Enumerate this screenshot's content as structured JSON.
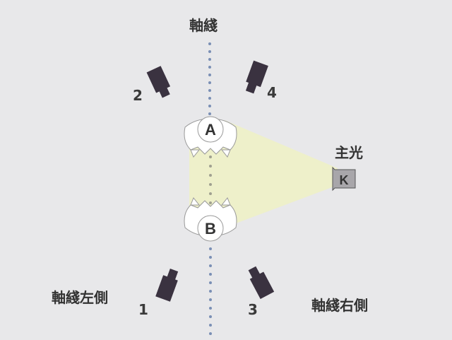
{
  "diagram": {
    "title_axis_label": "軸綫",
    "key_light_label": "主光",
    "key_light_letter": "K",
    "left_side_label": "軸綫左側",
    "right_side_label": "軸綫右側",
    "actors": [
      {
        "id": "A",
        "label": "A"
      },
      {
        "id": "B",
        "label": "B"
      }
    ],
    "cameras": [
      {
        "id": "1",
        "label": "1"
      },
      {
        "id": "2",
        "label": "2"
      },
      {
        "id": "3",
        "label": "3"
      },
      {
        "id": "4",
        "label": "4"
      }
    ],
    "colors": {
      "background": "#e8e8ea",
      "axis_dots": "#7a8fb5",
      "between_dots": "#a0a090",
      "camera": "#3a3240",
      "light_cone": "#eef0c8",
      "key_box": "#a8a6aa",
      "actor_fill": "#ffffff",
      "text": "#333333"
    }
  }
}
